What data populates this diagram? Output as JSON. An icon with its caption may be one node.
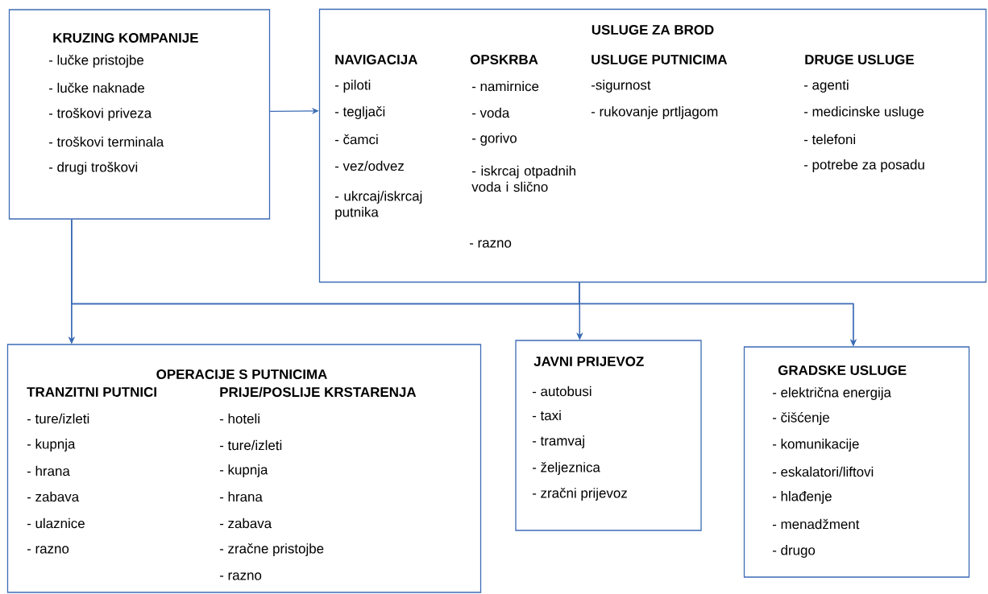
{
  "diagram": {
    "nodes": [
      {
        "text": [
          "KRUZING KOMPANIJE",
          "- lučke pristojbe",
          "- lučke naknade",
          "- troškovi priveza",
          "- troškovi terminala",
          "- drugi troškovi"
        ]
      },
      {
        "text": [
          "USLUGE ZA BROD",
          "NAVIGACIJA",
          "- piloti",
          "- tegljači",
          "- čamci",
          "- vez/odvez",
          "- ukrcaj/iskrcaj putnika",
          "OPSKRBA",
          "- namirnice",
          "- voda",
          "- gorivo",
          "- iskrcaj otpadnih voda i slično",
          "- razno",
          "USLUGE PUTNICIMA",
          "-sigurnost",
          "- rukovanje prtljagom",
          "DRUGE USLUGE",
          "- agenti",
          "- medicinske usluge",
          "- telefoni",
          "- potrebe za posadu"
        ]
      },
      {
        "text": [
          "OPERACIJE S PUTNICIMA",
          "TRANZITNI PUTNICI",
          "- ture/izleti",
          "- kupnja",
          "- hrana",
          "- zabava",
          "- ulaznice",
          "- razno",
          "PRIJE/POSLIJE KRSTARENJA",
          "- hoteli",
          "- ture/izleti",
          "- kupnja",
          "- hrana",
          "- zabava",
          "- zračne pristojbe",
          "- razno"
        ]
      },
      {
        "text": [
          "JAVNI PRIJEVOZ",
          "- autobusi",
          "- taxi",
          "- tramvaj",
          "- željeznica",
          "- zračni prijevoz"
        ]
      },
      {
        "text": [
          "GRADSKE USLUGE",
          "- električna energija",
          "- čišćenje",
          "- komunikacije",
          "- eskalatori/liftovi",
          "- hlađenje",
          "- menadžment",
          "- drugo"
        ]
      }
    ],
    "edges": [
      {
        "from": 0,
        "to": 1,
        "arrow": "to"
      },
      {
        "from": 0,
        "to": 2,
        "arrow": "to"
      },
      {
        "from": 0,
        "to": 3,
        "arrow": "to"
      },
      {
        "from": 0,
        "to": 4,
        "arrow": "to"
      },
      {
        "from": 1,
        "to": 2,
        "arrow": "to"
      },
      {
        "from": 1,
        "to": 3,
        "arrow": "to"
      },
      {
        "from": 1,
        "to": 4,
        "arrow": "to"
      }
    ]
  }
}
